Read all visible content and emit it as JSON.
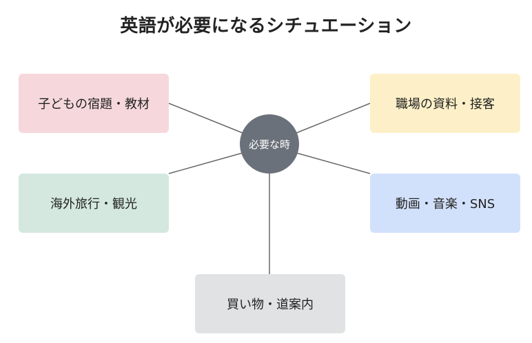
{
  "title": "英語が必要になるシチュエーション",
  "center": {
    "label": "必要な時",
    "color": "#6b717a"
  },
  "situations": [
    {
      "label": "子どもの宿題・教材",
      "color": "#f6d8dc"
    },
    {
      "label": "職場の資料・接客",
      "color": "#fdf0c8"
    },
    {
      "label": "海外旅行・観光",
      "color": "#d4e8df"
    },
    {
      "label": "動画・音楽・SNS",
      "color": "#d2e1fb"
    },
    {
      "label": "買い物・道案内",
      "color": "#e1e2e4"
    }
  ],
  "connector_color": "#666666"
}
